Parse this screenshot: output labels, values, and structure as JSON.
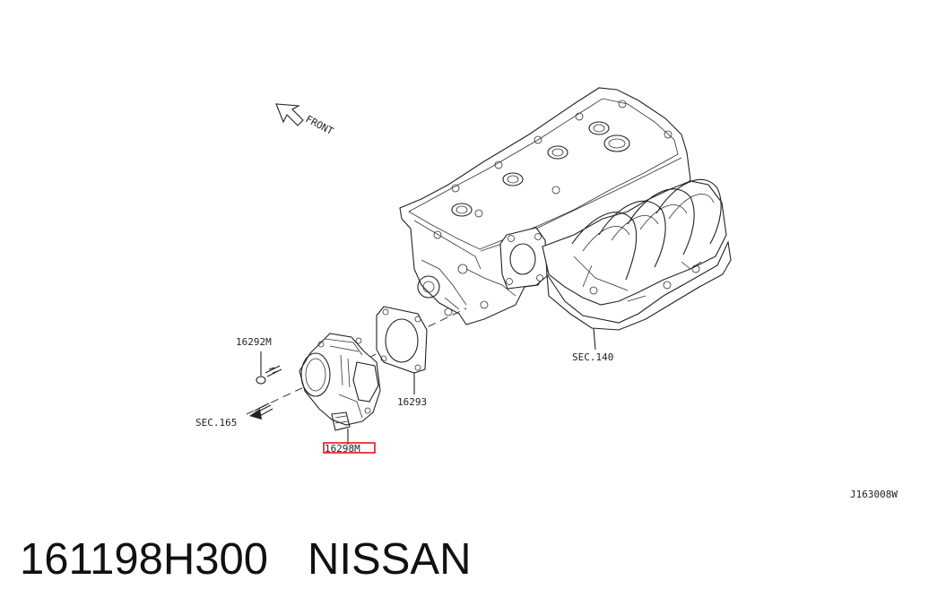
{
  "diagram": {
    "front_label": "FRONT",
    "labels": {
      "bolt": "16292M",
      "throttle_body": "16298M",
      "gasket": "16293",
      "sec_intake": "SEC.140",
      "sec_wiring": "SEC.165",
      "drawing_code": "J163008W"
    },
    "highlight_color": "#e8141c",
    "line_color": "#222222"
  },
  "caption": {
    "part_number": "161198H300",
    "brand": "NISSAN"
  }
}
